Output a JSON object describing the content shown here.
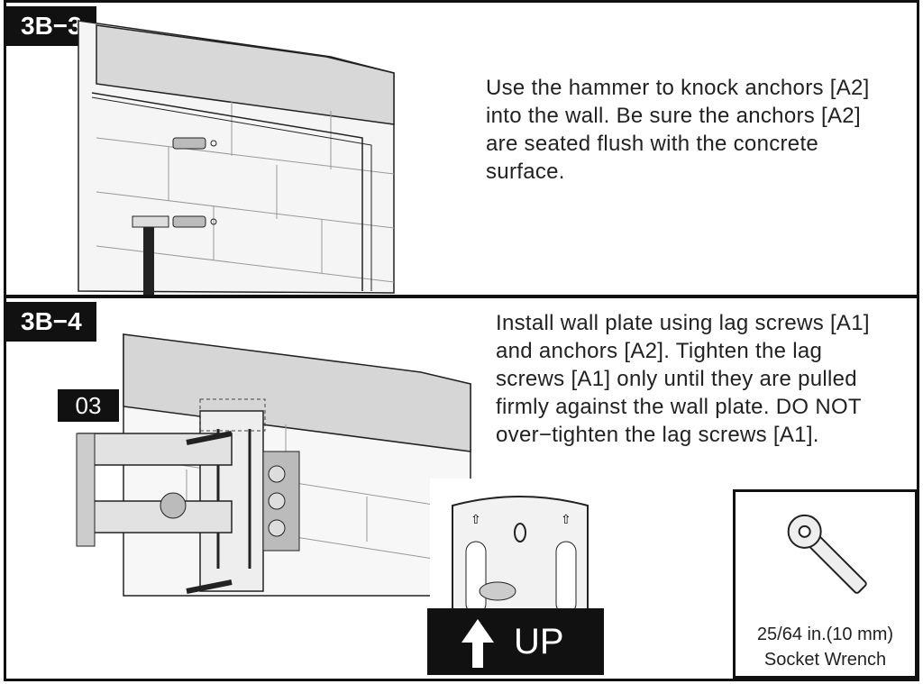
{
  "step_3b3": {
    "tag": "3B−3",
    "instruction": "Use the hammer to knock anchors [A2] into the wall. Be sure the anchors [A2] are seated flush with the concrete surface."
  },
  "step_3b4": {
    "tag": "3B−4",
    "instruction": "Install wall plate using lag screws [A1] and anchors [A2]. Tighten the lag screws [A1] only until they are pulled firmly against the wall plate. DO NOT over−tighten the lag screws [A1].",
    "callout_tag": "03",
    "up_label": "UP"
  },
  "tool": {
    "caption_line1": "25/64 in.(10 mm)",
    "caption_line2": "Socket Wrench"
  },
  "icons": [
    "hammer-icon",
    "anchor-icon",
    "wall-plate-icon",
    "up-arrow-icon",
    "socket-wrench-icon"
  ]
}
